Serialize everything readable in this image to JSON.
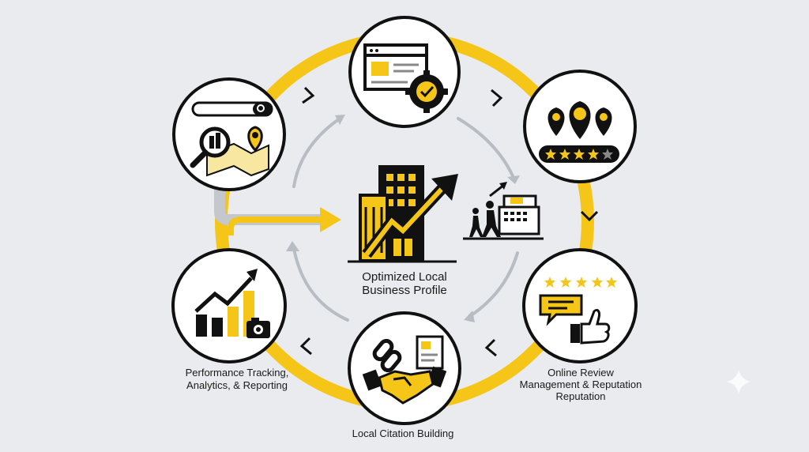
{
  "center": {
    "line1": "Optimized Local",
    "line2": "Business Profile"
  },
  "nodes": {
    "performance": {
      "line1": "Performance Tracking,",
      "line2": "Analytics, & Reporting"
    },
    "review": {
      "line1": "Online Review",
      "line2": "Management & Reputation",
      "line3": "Reputation"
    },
    "citation": {
      "line1": "Local Citation Building"
    }
  },
  "colors": {
    "accent": "#f5c518",
    "ink": "#111111",
    "background": "#e9ebee",
    "grey_arrow": "#b8bcc3"
  }
}
